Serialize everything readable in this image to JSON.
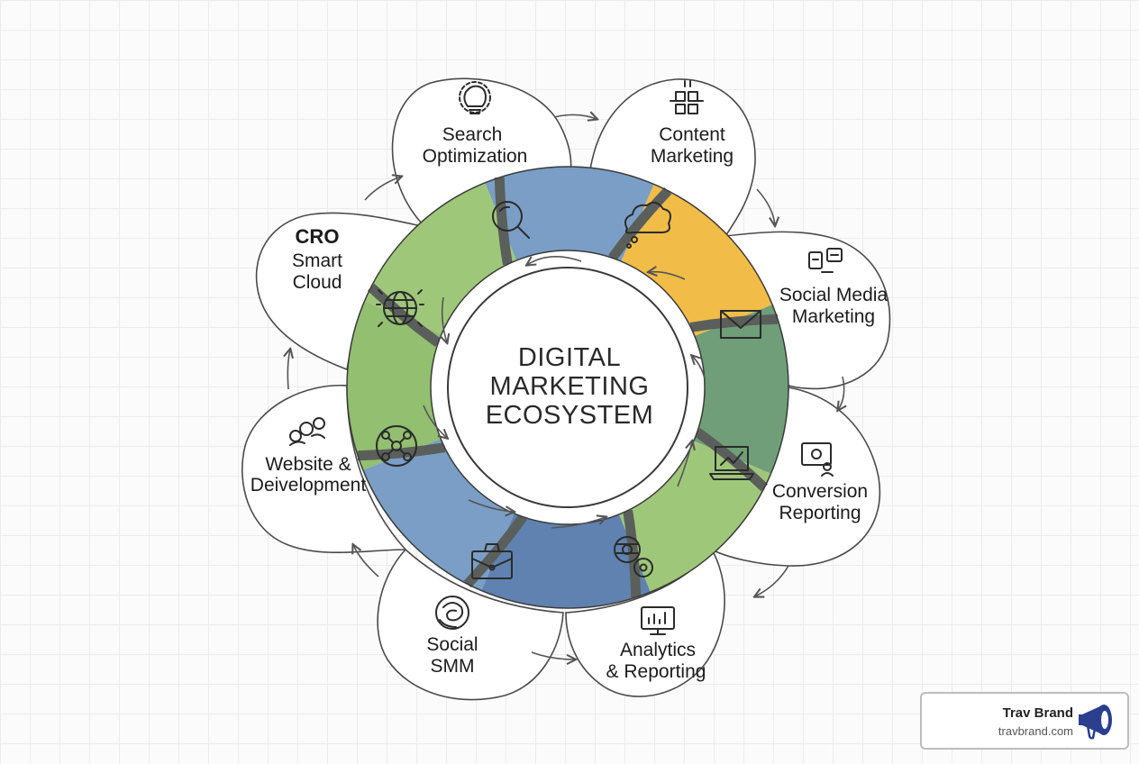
{
  "center": {
    "lines": [
      "DIGITAL",
      "MARKETING",
      "ECOSYSTEM"
    ]
  },
  "nodes": [
    {
      "id": "search-optimization",
      "lines": [
        "Search",
        "Optimization"
      ],
      "icon": "lightbulb-gear-icon"
    },
    {
      "id": "content-marketing",
      "lines": [
        "Content",
        "Marketing"
      ],
      "icon": "puzzle-icon"
    },
    {
      "id": "social-media-marketing",
      "lines": [
        "Social Media",
        "Marketing"
      ],
      "icon": "devices-icon"
    },
    {
      "id": "conversion-reporting",
      "lines": [
        "Conversion",
        "Reporting"
      ],
      "icon": "presentation-user-icon"
    },
    {
      "id": "analytics-reporting",
      "lines": [
        "Analytics",
        "& Reporting"
      ],
      "icon": "monitor-chart-icon"
    },
    {
      "id": "social-smm",
      "lines": [
        "Social",
        "SMM"
      ],
      "icon": "swirl-icon"
    },
    {
      "id": "website-development",
      "lines": [
        "Website &",
        "Deivelopment"
      ],
      "icon": "people-icon"
    },
    {
      "id": "cro-smart-cloud",
      "lines": [
        "CRO",
        "Smart",
        "Cloud"
      ],
      "icon": "none"
    }
  ],
  "ring_segments": [
    {
      "color": "#7a9ec5",
      "icon": "magnifier-icon"
    },
    {
      "color": "#f1bd48",
      "icon": "cloud-icon"
    },
    {
      "color": "#6f9e78",
      "icon": "envelope-icon"
    },
    {
      "color": "#9fc77a",
      "icon": "laptop-chart-icon"
    },
    {
      "color": "#5f82b0",
      "icon": "gears-icon"
    },
    {
      "color": "#7a9ec5",
      "icon": "briefcase-icon"
    },
    {
      "color": "#92bf70",
      "icon": "network-icon"
    },
    {
      "color": "#9fc77a",
      "icon": "globe-icon"
    }
  ],
  "ring_divider_color": "#5a5f5b",
  "brand": {
    "name": "Trav Brand",
    "url": "travbrand.com",
    "logo_icon": "megaphone-icon",
    "logo_color": "#2b3f8f"
  }
}
